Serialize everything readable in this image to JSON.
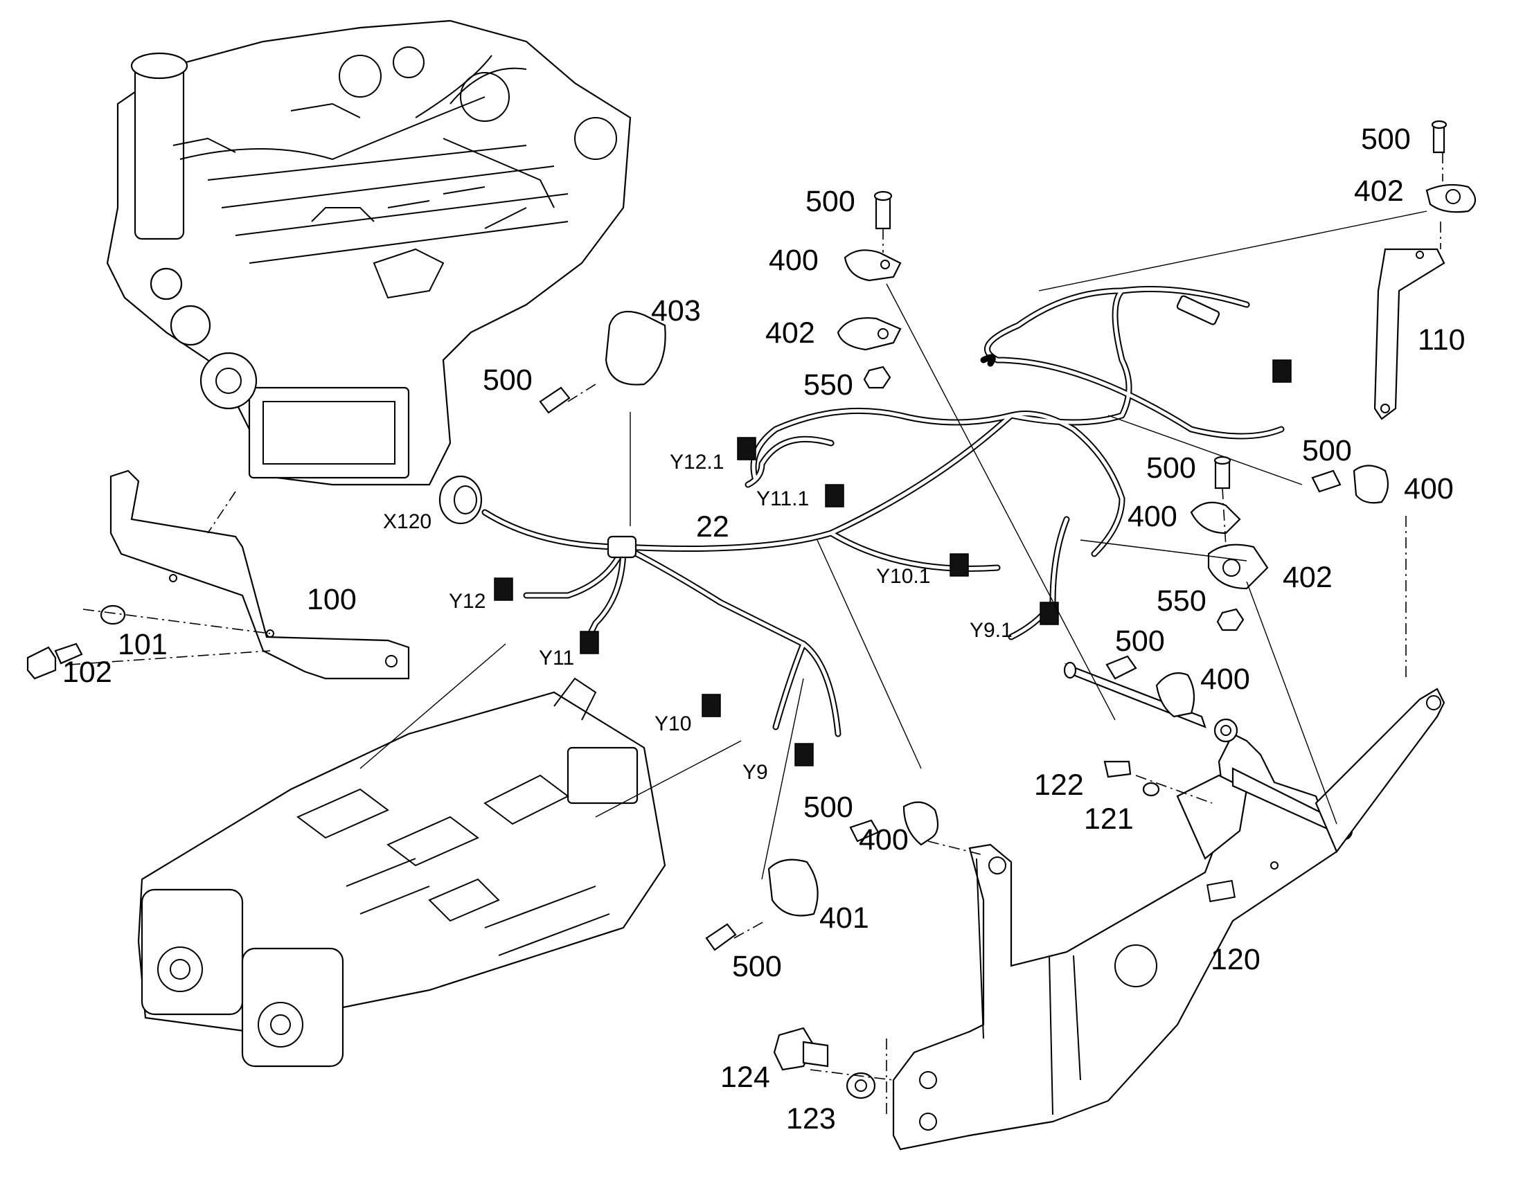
{
  "labels": {
    "l500_a": "500",
    "l402_a": "402",
    "l110": "110",
    "l500_b": "500",
    "l400_a": "400",
    "l402_b": "402",
    "l550_a": "550",
    "l403": "403",
    "l500_c": "500",
    "l500_d": "500",
    "l400_b": "400",
    "l500_e": "500",
    "l400_c": "400",
    "l402_c": "402",
    "l550_b": "550",
    "l500_f": "500",
    "l400_d": "400",
    "l100": "100",
    "l101": "101",
    "l102": "102",
    "l22": "22",
    "l122": "122",
    "l121": "121",
    "l500_g": "500",
    "l400_e": "400",
    "l401": "401",
    "l500_h": "500",
    "l120": "120",
    "l124": "124",
    "l123": "123"
  },
  "connectors": {
    "x120": "X120",
    "y12_1": "Y12.1",
    "y11_1": "Y11.1",
    "y10_1": "Y10.1",
    "y9_1": "Y9.1",
    "y12": "Y12",
    "y11": "Y11",
    "y10": "Y10",
    "y9": "Y9"
  },
  "colors": {
    "ink": "#000000",
    "paper": "#ffffff"
  }
}
